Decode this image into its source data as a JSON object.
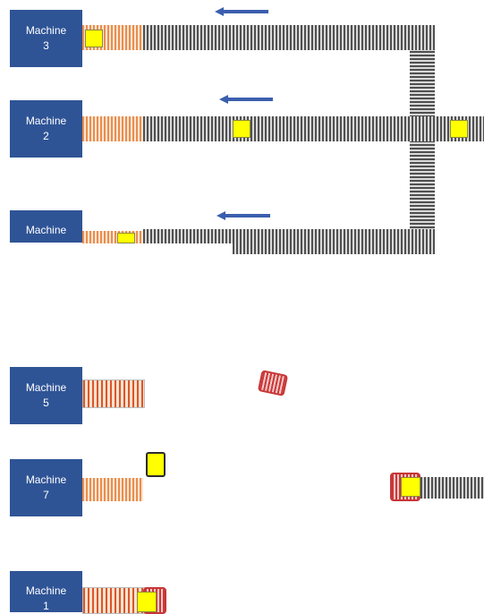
{
  "top_section": {
    "machines": [
      {
        "label_line1": "Machine",
        "label_line2": "3"
      },
      {
        "label_line1": "Machine",
        "label_line2": "2"
      },
      {
        "label_line1": "Machine",
        "label_line2": ""
      }
    ]
  },
  "bottom_section": {
    "machines": [
      {
        "label_line1": "Machine",
        "label_line2": "5"
      },
      {
        "label_line1": "Machine",
        "label_line2": "7"
      },
      {
        "label_line1": "Machine",
        "label_line2": "1"
      }
    ]
  },
  "colors": {
    "machine_fill": "#2f5496",
    "arrow": "#3b5fae",
    "item": "#ffff00",
    "accumulation_belt": "#f4b183",
    "conveyor_belt": "#595959",
    "cart": "#e05a5a"
  },
  "icons": {
    "flow_arrow": "arrow-left-icon",
    "item": "yellow-box-icon",
    "cart": "red-cart-icon"
  }
}
